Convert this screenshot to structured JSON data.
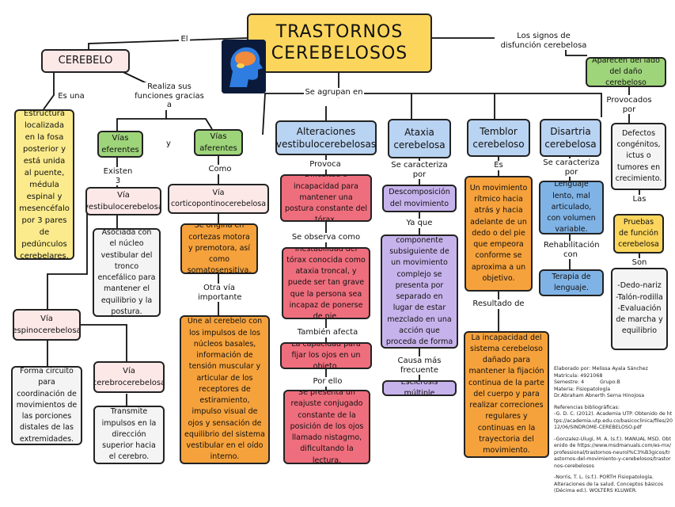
{
  "title": "TRASTORNOS\nCEREBELOSOS",
  "nodes": {
    "cerebelo": "CEREBELO",
    "estructura": "Estructura localizada en la fosa posterior y está unida al puente, médula espinal y mesencéfalo por 3 pares de pedúnculos cerebelares.",
    "vias_eferentes": "Vías eferentes",
    "vias_aferentes": "Vías aferentes",
    "via_vestibulocerebelosa": "Vía vestibulocerebelosa",
    "asociada": "Asociada con el núcleo vestibular del tronco encefálico para mantener el equilibrio y la postura.",
    "via_espinocerebelosa": "Vía espinocerebelosa",
    "forma_circuito": "Forma circuito para coordinación de movimientos de las porciones distales de las extremidades.",
    "via_cerebrocerebelosa": "Vía cerebrocerebelosa",
    "transmite": "Transmite impulsos en la dirección superior hacia el cerebro.",
    "via_corticopontino": "Vía corticopontinocerebelosa",
    "se_origina": "Se origina en cortezas motora y premotora, así como somatosensitiva.",
    "une_cerebelo": "Une al cerebelo con los impulsos de los núcleos basales, información de tensión muscular y articular de los receptores de estiramiento, impulso visual de ojos y sensación de equilibrio del sistema vestibular en el oído interno.",
    "alteraciones": "Alteraciones vestibulocerebelosas",
    "dificultad": "Dificultad o incapacidad para mantener una postura constante del tórax.",
    "inestabilidad": "Inestabilidad del tórax conocida como ataxia troncal, y puede ser tan grave que la persona sea incapaz de ponerse de pie.",
    "capacidad": "La capacidad para fijar los ojos en un objeto.",
    "reajuste": "Se presenta un reajuste conjugado constante de la posición de los ojos llamado nistagmo, dificultando la lectura.",
    "ataxia": "Ataxia cerebelosa",
    "descomposicion": "Descomposición del movimiento",
    "cada_componente": "Cada componente subsiguiente de un movimiento complejo se presenta por separado en lugar de estar mezclado en una acción que proceda de forma continua.",
    "esclerosis": "Esclerosis múltiple",
    "temblor": "Temblor cerebeloso",
    "un_movimiento": "Un movimiento rítmico hacia atrás y hacia adelante de un dedo o del pie que empeora conforme se aproxima a un objetivo.",
    "incapacidad": "La incapacidad del sistema cerebeloso dañado para mantener la fijación continua de la parte del cuerpo y para realizar correciones regulares y continuas en la trayectoria del movimiento.",
    "disartria": "Disartria cerebelosa",
    "lenguaje_lento": "Lenguaje lento, mal articulado, con volumen variable.",
    "terapia": "Terapia de lenguaje.",
    "aparecen": "Aparecen del lado del daño cerebeloso",
    "defectos": "Defectos congénitos, ictus o tumores en crecimiento.",
    "pruebas": "Pruebas de función cerebelosa",
    "lista_pruebas": "-Dedo-nariz\n-Talón-rodilla\n-Evaluación de marcha y equilibrio"
  },
  "links": {
    "el": "El",
    "los_signos": "Los signos de disfunción cerebelosa",
    "es_una": "Es una",
    "realiza": "Realiza sus funciones gracias a",
    "y": "y",
    "existen": "Existen 3",
    "como": "Como",
    "otra_via": "Otra vía importante",
    "se_agrupan": "Se agrupan en",
    "provoca": "Provoca",
    "se_observa": "Se observa como",
    "tambien": "También afecta",
    "por_ello": "Por ello",
    "se_caracteriza_1": "Se caracteriza por",
    "ya_que": "Ya que",
    "causa_mas": "Causa más frecuente",
    "es": "Es",
    "resultado": "Resultado de",
    "se_caracteriza_2": "Se caracteriza por",
    "rehabilitacion": "Rehabilitación con",
    "provocados": "Provocados por",
    "las": "Las",
    "son": "Son"
  },
  "credits": [
    "Elaborado por: Melissa Ayala Sánchez",
    "Matrícula: 4921068",
    "Semestre: 4          Grupo:B",
    "Materia: Fisiopatología",
    "Dr.Abraham Abnerth Serna Hinojosa",
    "",
    "Referencias bibliográficas:",
    "-G. D. C. (2012). Academia UTP. Obtenido de https://academia.utp.edu.co/basicoclinica/files/2012/06/SINDROME-CEREBELOSO.pdf",
    "",
    "-Gonzalez-Ulugi, M. A. (s.f.). MANUAL MSD. Obtenido de https://www.msdmanuals.com/es-mx/professional/trastornos-neurol%C3%B3gicos/trastornos-del-movimiento-y-cerebelosos/trastornos-cerebelosos",
    "",
    "-Norris, T. L. (s.f.). PORTH Fisiopatología. Alteraciones de la salud. Conceptos básicos (Décima ed.). WOLTERS KLUWER."
  ],
  "colors": {
    "title_bg": "#fcd65c",
    "pink": "#fde8e8",
    "green": "#9ed47a",
    "yellow": "#fbeb8c",
    "orange": "#f6a23c",
    "red": "#ef6e7d",
    "purple": "#c7b3ec",
    "blue": "#7fb3e6",
    "light_blue": "#b9d3f2",
    "grey": "#f4f4f4"
  }
}
